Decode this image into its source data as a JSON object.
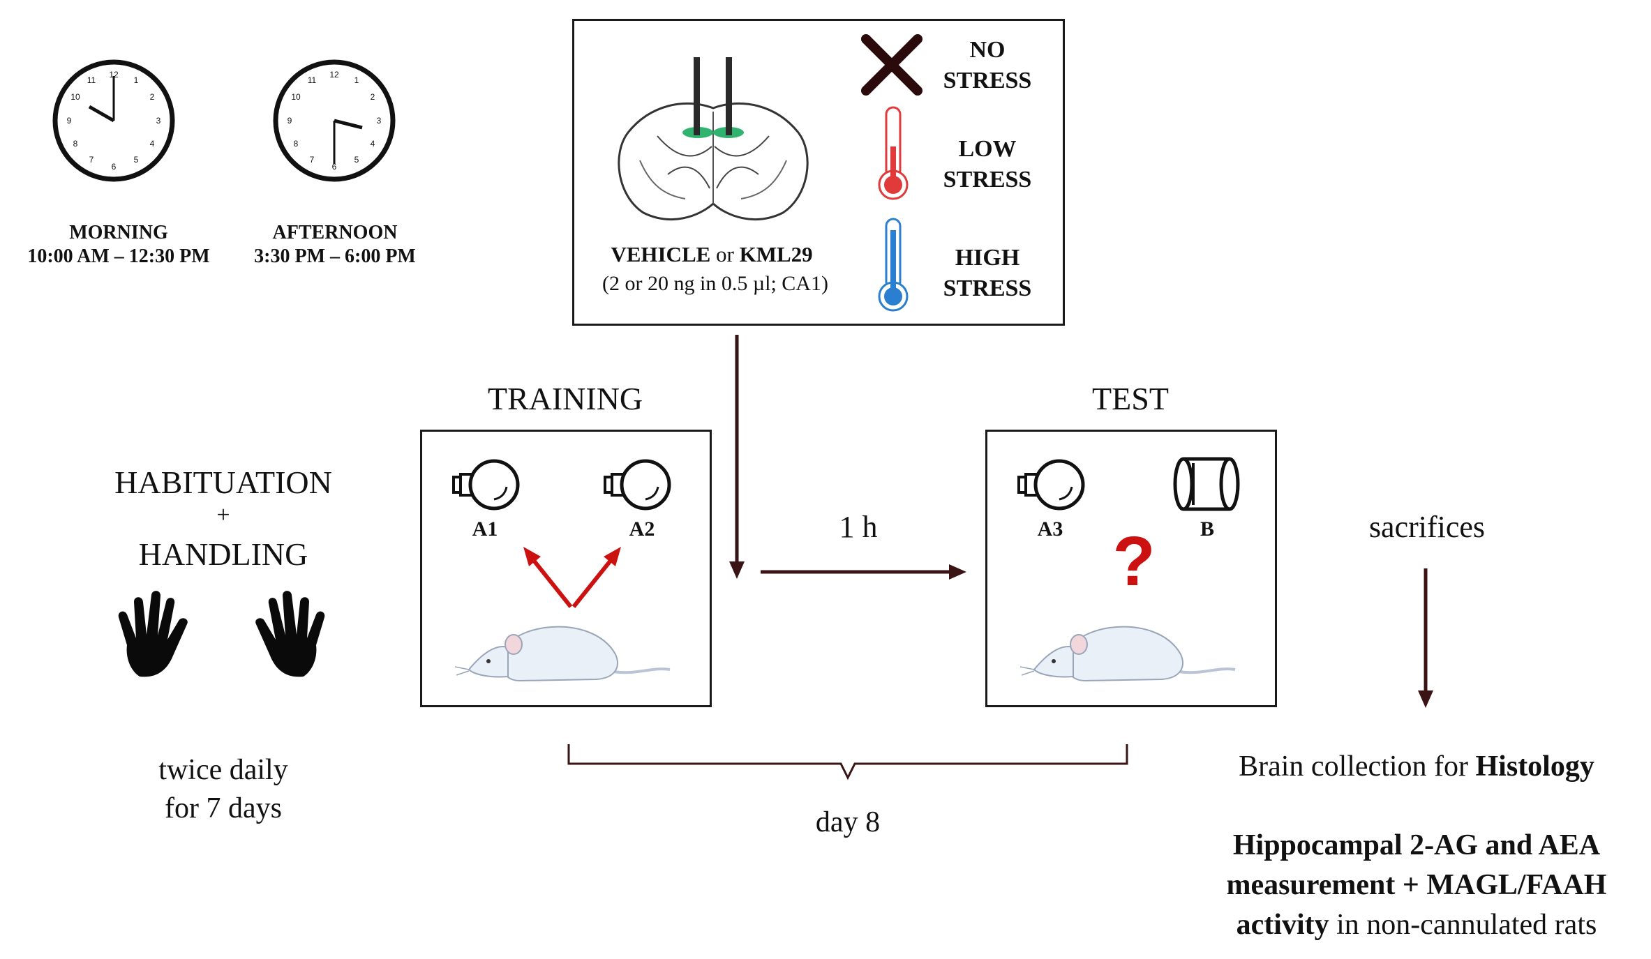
{
  "clocks": {
    "morning": {
      "label": "MORNING",
      "time": "10:00 AM – 12:30 PM"
    },
    "afternoon": {
      "label": "AFTERNOON",
      "time": "3:30 PM – 6:00 PM"
    }
  },
  "treatment": {
    "drug_a": "VEHICLE",
    "or": "or",
    "drug_b": "KML29",
    "dose": "(2 or 20 ng in 0.5 µl; CA1)",
    "stress": [
      {
        "line1": "NO",
        "line2": "STRESS",
        "icon": "x-icon"
      },
      {
        "line1": "LOW",
        "line2": "STRESS",
        "icon": "red-thermometer-icon"
      },
      {
        "line1": "HIGH",
        "line2": "STRESS",
        "icon": "blue-thermometer-icon"
      }
    ]
  },
  "habituation": {
    "line1": "HABITUATION",
    "plus": "+",
    "line2": "HANDLING",
    "schedule1": "twice daily",
    "schedule2": "for 7 days"
  },
  "training": {
    "title": "TRAINING",
    "obj1": "A1",
    "obj2": "A2"
  },
  "interval": "1 h",
  "test": {
    "title": "TEST",
    "obj1": "A3",
    "obj2": "B",
    "question": "?"
  },
  "day": "day 8",
  "sacrifices": "sacrifices",
  "outcome": {
    "line1_pre": "Brain collection for ",
    "line1_bold": "Histology",
    "line2": "Hippocampal 2-AG and AEA",
    "line3": "measurement + MAGL/FAAH",
    "line4_bold": "activity",
    "line4_rest": " in non-cannulated rats"
  },
  "colors": {
    "dark_arrow": "#3a1414",
    "red_arrow": "#cc1111",
    "green_cannula": "#2fb36e",
    "red_thermo": "#e03a3a",
    "blue_thermo": "#2b7fd0"
  }
}
